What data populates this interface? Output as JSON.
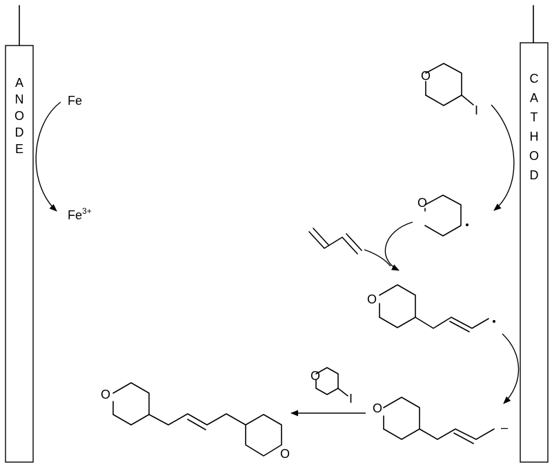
{
  "anode": {
    "letters": [
      "A",
      "N",
      "O",
      "D",
      "E"
    ]
  },
  "cathode": {
    "letters": [
      "C",
      "A",
      "T",
      "H",
      "O",
      "D"
    ]
  },
  "fe_start": "Fe",
  "fe_end": {
    "base": "Fe",
    "sup": "3+"
  },
  "oxygen_label": "O",
  "iodine_label": "I",
  "anion_charge": "–"
}
